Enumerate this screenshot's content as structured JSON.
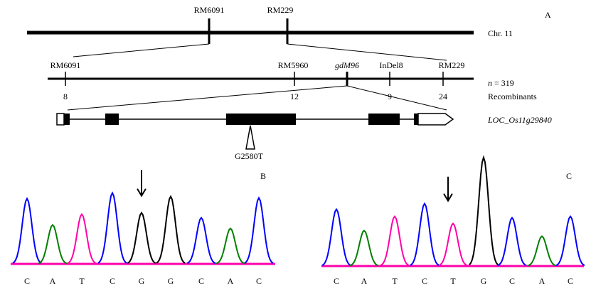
{
  "panel_a": {
    "letter": "A",
    "chromosome": {
      "label": "Chr. 11",
      "markers": [
        "RM6091",
        "RM229"
      ]
    },
    "fine_map": {
      "markers": [
        "RM6091",
        "RM5960",
        "gdM96",
        "InDel8",
        "RM229"
      ],
      "recombinants": [
        "8",
        "12",
        "9",
        "24"
      ],
      "population_prefix": "n",
      "population_suffix": " = 319",
      "recombinants_label": "Recombinants"
    },
    "gene": {
      "name": "LOC_Os11g29840",
      "mutation": "G2580T"
    }
  },
  "panel_b": {
    "letter": "B",
    "bases": [
      "C",
      "A",
      "T",
      "C",
      "G",
      "G",
      "C",
      "A",
      "C"
    ],
    "mutant_base_index": 4
  },
  "panel_c": {
    "letter": "C",
    "bases": [
      "C",
      "A",
      "T",
      "C",
      "T",
      "G",
      "C",
      "A",
      "C"
    ],
    "mutant_base_index": 4
  },
  "colors": {
    "A": "#008000",
    "C": "#0000ff",
    "G": "#000000",
    "T": "#ff00aa",
    "baseline": "#ff00aa"
  }
}
